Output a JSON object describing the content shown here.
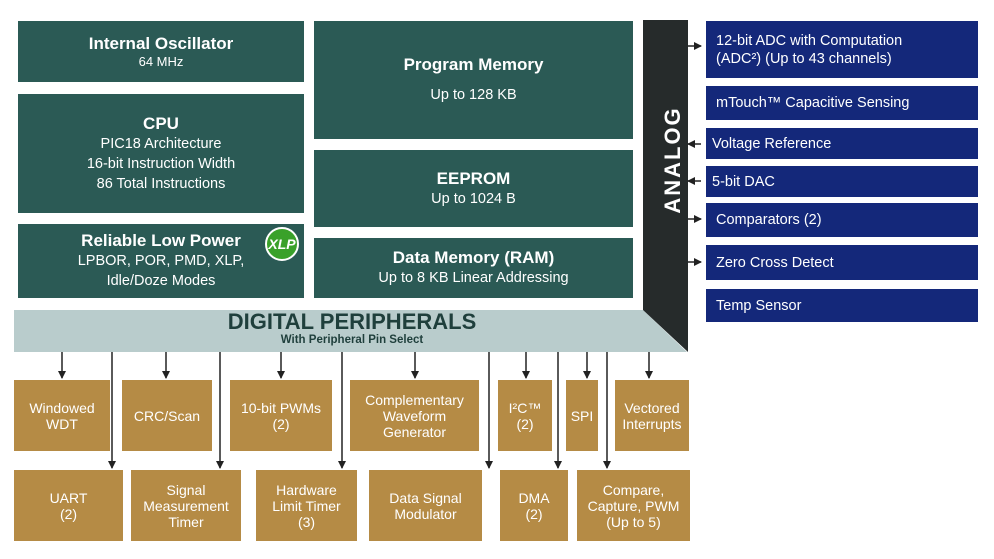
{
  "core": {
    "oscillator": {
      "title": "Internal Oscillator",
      "detail": "64 MHz"
    },
    "cpu": {
      "title": "CPU",
      "line1": "PIC18 Architecture",
      "line2": "16-bit Instruction Width",
      "line3": "86 Total Instructions"
    },
    "low_power": {
      "title": "Reliable Low Power",
      "line1": "LPBOR, POR, PMD, XLP,",
      "line2": "Idle/Doze Modes",
      "badge": "XLP"
    },
    "program_memory": {
      "title": "Program Memory",
      "detail": "Up to 128 KB"
    },
    "eeprom": {
      "title": "EEPROM",
      "detail": "Up to 1024 B"
    },
    "data_memory": {
      "title": "Data Memory (RAM)",
      "detail": "Up to 8 KB Linear Addressing"
    }
  },
  "analog": {
    "label": "ANALOG",
    "items": [
      {
        "line1": "12-bit ADC with Computation",
        "line2": "(ADC²) (Up to 43 channels)"
      },
      {
        "line1": "mTouch™ Capacitive Sensing"
      },
      {
        "line1": "Voltage Reference"
      },
      {
        "line1": "5-bit DAC"
      },
      {
        "line1": "Comparators (2)"
      },
      {
        "line1": "Zero Cross Detect"
      },
      {
        "line1": "Temp Sensor"
      }
    ]
  },
  "digital": {
    "title": "DIGITAL PERIPHERALS",
    "subtitle": "With Peripheral Pin Select",
    "top_row": [
      {
        "line1": "Windowed",
        "line2": "WDT"
      },
      {
        "line1": "CRC/Scan"
      },
      {
        "line1": "10-bit PWMs",
        "line2": "(2)"
      },
      {
        "line1": "Complementary",
        "line2": "Waveform",
        "line3": "Generator"
      },
      {
        "line1": "I²C™",
        "line2": "(2)"
      },
      {
        "line1": "SPI"
      },
      {
        "line1": "Vectored",
        "line2": "Interrupts"
      }
    ],
    "bottom_row": [
      {
        "line1": "UART",
        "line2": "(2)"
      },
      {
        "line1": "Signal",
        "line2": "Measurement",
        "line3": "Timer"
      },
      {
        "line1": "Hardware",
        "line2": "Limit Timer",
        "line3": "(3)"
      },
      {
        "line1": "Data Signal",
        "line2": "Modulator"
      },
      {
        "line1": "DMA",
        "line2": "(2)"
      },
      {
        "line1": "Compare,",
        "line2": "Capture, PWM",
        "line3": "(Up to 5)"
      }
    ]
  },
  "colors": {
    "core": "#2b5a55",
    "analog_block": "#14287a",
    "analog_bar": "#262b2b",
    "peripheral": "#b58b45",
    "digital_bar": "#b9cccc",
    "arrow": "#222222"
  }
}
